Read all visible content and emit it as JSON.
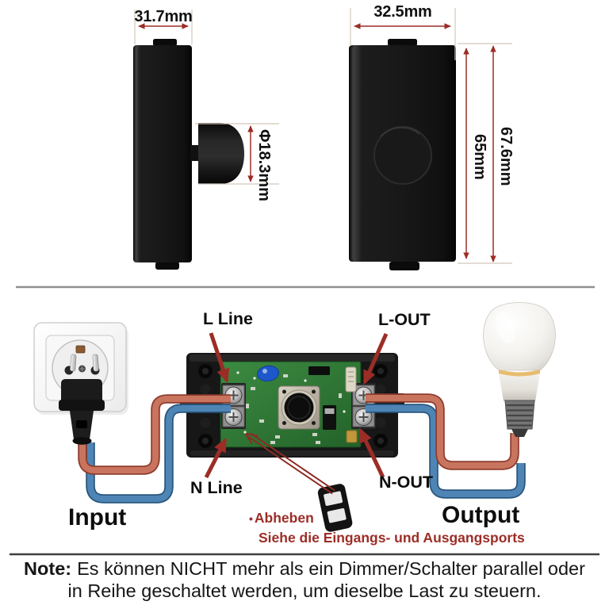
{
  "dims": {
    "side": {
      "width": "31.7mm",
      "knob_diameter": "Φ18.3mm"
    },
    "front": {
      "width": "32.5mm",
      "body_height": "65mm",
      "total_height": "67.6mm"
    }
  },
  "wiring": {
    "l_line": "L Line",
    "n_line": "N Line",
    "l_out": "L-OUT",
    "n_out": "N-OUT",
    "input": "Input",
    "output": "Output",
    "abheben_bullet": "•",
    "abheben_title": "Abheben",
    "abheben_caption": "Siehe die Eingangs- und Ausgangsports"
  },
  "footer": {
    "label": "Note:",
    "line1": "Es können NICHT mehr als ein Dimmer/Schalter parallel oder",
    "line2": "in Reihe geschaltet werden, um dieselbe Last zu steuern."
  },
  "colors": {
    "annotation_red": "#9c2d26",
    "wire_live": "#c9745e",
    "wire_neutral": "#4f85b5",
    "pcb_green": "#35813b",
    "bulb_band_amber": "#e7bd6e",
    "device_black": "#141414"
  }
}
